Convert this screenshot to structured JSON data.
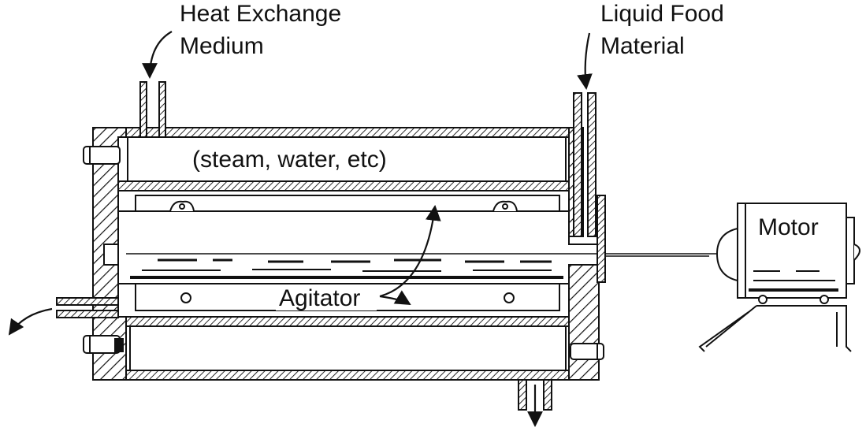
{
  "labels": {
    "heat_medium_line1": "Heat Exchange",
    "heat_medium_line2": "Medium",
    "liquid_food_line1": "Liquid Food",
    "liquid_food_line2": "Material",
    "steam_note": "(steam, water, etc)",
    "agitator": "Agitator",
    "motor": "Motor"
  },
  "colors": {
    "line": "#111111",
    "background": "#ffffff"
  }
}
